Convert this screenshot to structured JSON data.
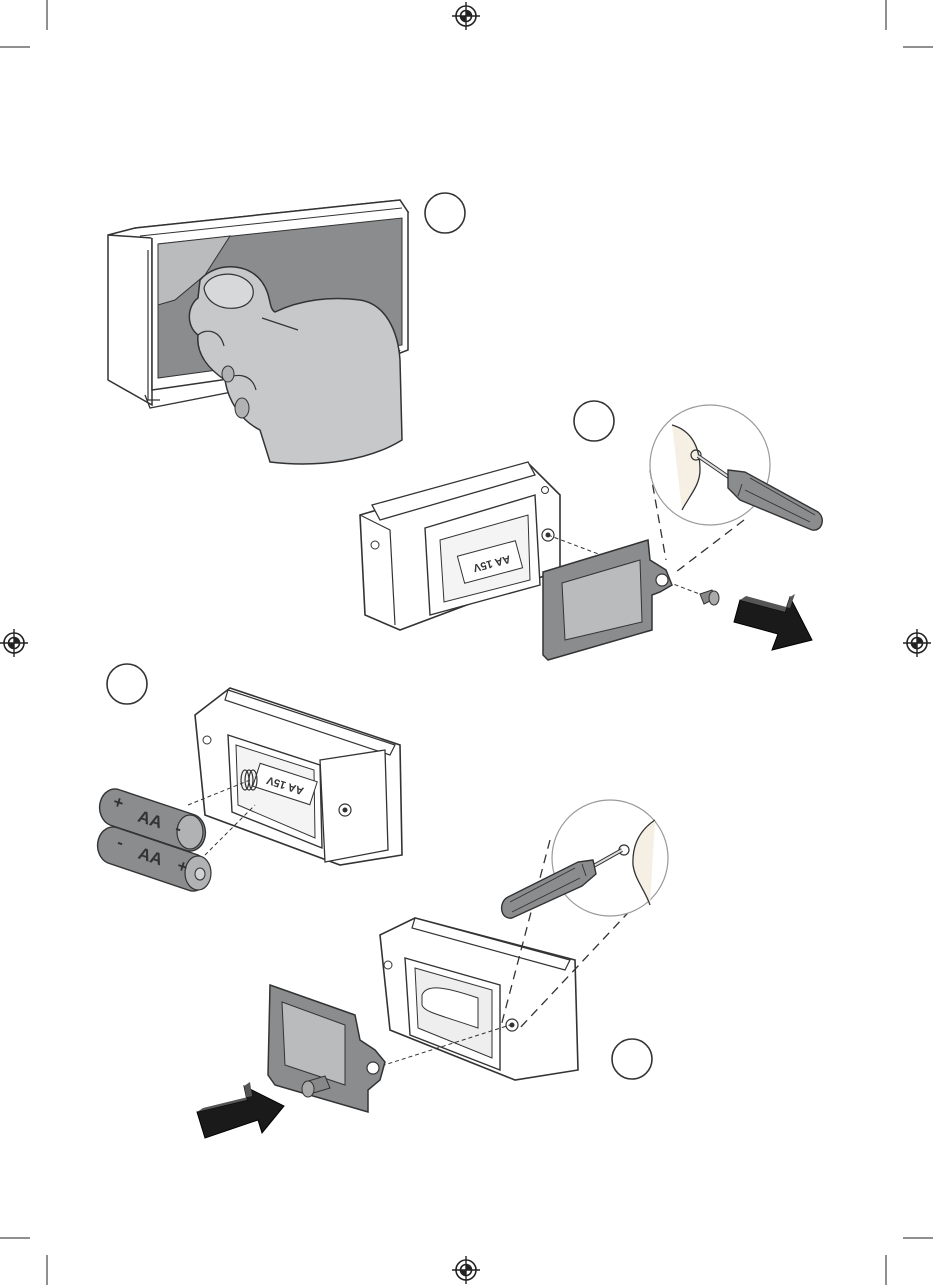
{
  "page": {
    "background": "#ffffff",
    "accent_gray": "#8a8c8e",
    "arrow_color": "#1a1a1a"
  },
  "steps": [
    {
      "id": "step-1",
      "label": ""
    },
    {
      "id": "step-2",
      "label": ""
    },
    {
      "id": "step-3",
      "label": ""
    },
    {
      "id": "step-4",
      "label": ""
    }
  ],
  "compartment_labels": {
    "top_box": "AA 15V",
    "middle_box": "AA 15V"
  },
  "batteries": [
    {
      "text": "AA",
      "plus": "+",
      "minus": "-"
    },
    {
      "text": "AA",
      "plus": "+",
      "minus": "-"
    }
  ],
  "icons": [
    "registration-mark-icon",
    "screwdriver-icon",
    "screw-icon",
    "direction-arrow-icon",
    "hand-icon",
    "battery-icon"
  ]
}
